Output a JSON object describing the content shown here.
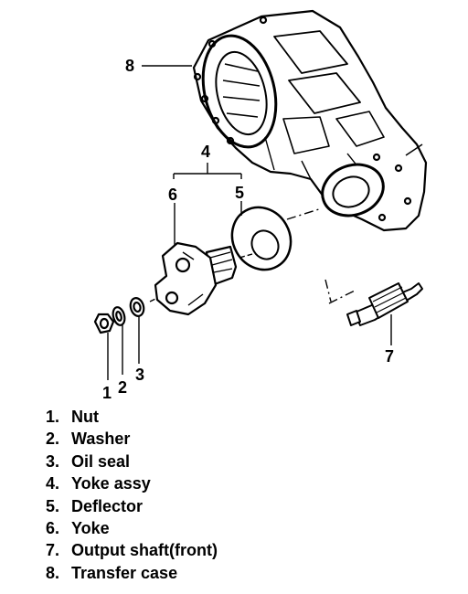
{
  "callouts": {
    "c1": "1",
    "c2": "2",
    "c3": "3",
    "c4": "4",
    "c5": "5",
    "c6": "6",
    "c7": "7",
    "c8": "8"
  },
  "legend": [
    {
      "num": "1.",
      "label": "Nut"
    },
    {
      "num": "2.",
      "label": "Washer"
    },
    {
      "num": "3.",
      "label": "Oil seal"
    },
    {
      "num": "4.",
      "label": "Yoke assy"
    },
    {
      "num": "5.",
      "label": "Deflector"
    },
    {
      "num": "6.",
      "label": "Yoke"
    },
    {
      "num": "7.",
      "label": "Output shaft(front)"
    },
    {
      "num": "8.",
      "label": "Transfer case"
    }
  ]
}
